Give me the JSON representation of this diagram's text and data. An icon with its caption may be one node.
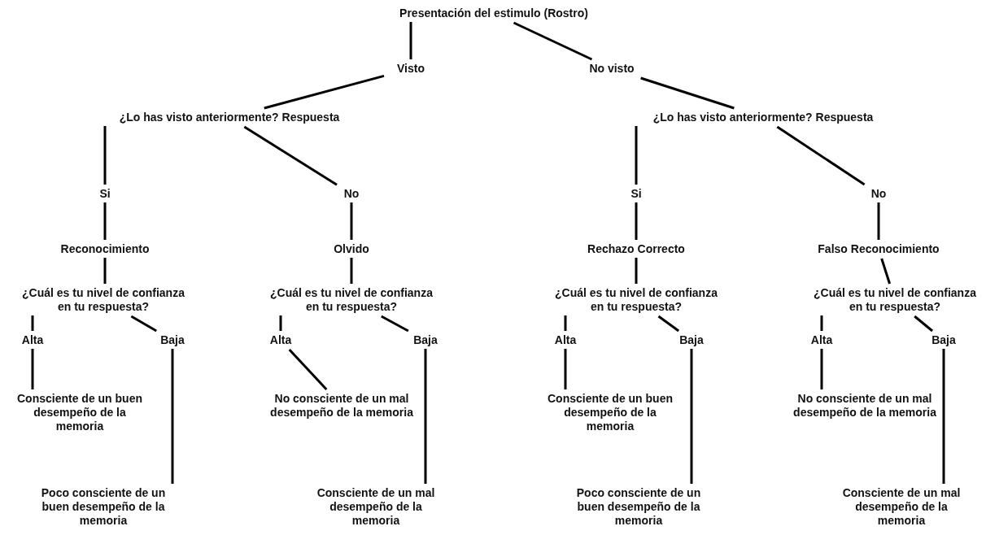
{
  "diagram": {
    "nodes": [
      {
        "text": [
          "Presentación del estimulo (Rostro)"
        ]
      },
      {
        "text": [
          "Visto"
        ]
      },
      {
        "text": [
          "No visto"
        ]
      },
      {
        "text": [
          "¿Lo has visto anteriormente? Respuesta"
        ]
      },
      {
        "text": [
          "¿Lo has visto anteriormente? Respuesta"
        ]
      },
      {
        "text": [
          "Si"
        ]
      },
      {
        "text": [
          "No"
        ]
      },
      {
        "text": [
          "Si"
        ]
      },
      {
        "text": [
          "No"
        ]
      },
      {
        "text": [
          "Reconocimiento"
        ]
      },
      {
        "text": [
          "Olvido"
        ]
      },
      {
        "text": [
          "Rechazo Correcto"
        ]
      },
      {
        "text": [
          "Falso Reconocimiento"
        ]
      },
      {
        "text": [
          "¿Cuál es tu nivel de confianza en tu respuesta?"
        ]
      },
      {
        "text": [
          "¿Cuál es tu nivel de confianza en tu respuesta?"
        ]
      },
      {
        "text": [
          "¿Cuál es tu nivel de confianza en tu respuesta?"
        ]
      },
      {
        "text": [
          "¿Cuál es tu nivel de confianza en tu respuesta?"
        ]
      },
      {
        "text": [
          "Alta"
        ]
      },
      {
        "text": [
          "Baja"
        ]
      },
      {
        "text": [
          "Alta"
        ]
      },
      {
        "text": [
          "Baja"
        ]
      },
      {
        "text": [
          "Alta"
        ]
      },
      {
        "text": [
          "Baja"
        ]
      },
      {
        "text": [
          "Alta"
        ]
      },
      {
        "text": [
          "Baja"
        ]
      },
      {
        "text": [
          "Consciente de un buen desempeño de la memoria"
        ]
      },
      {
        "text": [
          "Poco consciente de un buen desempeño de la memoria"
        ]
      },
      {
        "text": [
          "No consciente de un mal desempeño de la memoria"
        ]
      },
      {
        "text": [
          "Consciente de un mal desempeño de la memoria"
        ]
      },
      {
        "text": [
          "Consciente de un buen desempeño de la memoria"
        ]
      },
      {
        "text": [
          "Poco consciente de un buen desempeño de la memoria"
        ]
      },
      {
        "text": [
          "No consciente de un mal desempeño de la memoria"
        ]
      },
      {
        "text": [
          "Consciente de un mal desempeño de la memoria"
        ]
      }
    ],
    "edges": [
      {
        "from": 0,
        "to": 1,
        "arrow": "none"
      },
      {
        "from": 1,
        "to": 3,
        "arrow": "none"
      },
      {
        "from": 0,
        "to": 2,
        "arrow": "none"
      },
      {
        "from": 2,
        "to": 4,
        "arrow": "none"
      },
      {
        "from": 3,
        "to": 5,
        "arrow": "none"
      },
      {
        "from": 3,
        "to": 6,
        "arrow": "none"
      },
      {
        "from": 4,
        "to": 7,
        "arrow": "none"
      },
      {
        "from": 4,
        "to": 8,
        "arrow": "none"
      },
      {
        "from": 5,
        "to": 9,
        "arrow": "none"
      },
      {
        "from": 6,
        "to": 10,
        "arrow": "none"
      },
      {
        "from": 7,
        "to": 11,
        "arrow": "none"
      },
      {
        "from": 8,
        "to": 12,
        "arrow": "none"
      },
      {
        "from": 9,
        "to": 13,
        "arrow": "none"
      },
      {
        "from": 10,
        "to": 14,
        "arrow": "none"
      },
      {
        "from": 11,
        "to": 15,
        "arrow": "none"
      },
      {
        "from": 12,
        "to": 16,
        "arrow": "none"
      },
      {
        "from": 13,
        "to": 17,
        "arrow": "none"
      },
      {
        "from": 13,
        "to": 18,
        "arrow": "none"
      },
      {
        "from": 14,
        "to": 19,
        "arrow": "none"
      },
      {
        "from": 14,
        "to": 20,
        "arrow": "none"
      },
      {
        "from": 15,
        "to": 21,
        "arrow": "none"
      },
      {
        "from": 15,
        "to": 22,
        "arrow": "none"
      },
      {
        "from": 16,
        "to": 23,
        "arrow": "none"
      },
      {
        "from": 16,
        "to": 24,
        "arrow": "none"
      },
      {
        "from": 17,
        "to": 25,
        "arrow": "none"
      },
      {
        "from": 18,
        "to": 26,
        "arrow": "none"
      },
      {
        "from": 19,
        "to": 27,
        "arrow": "none"
      },
      {
        "from": 20,
        "to": 28,
        "arrow": "none"
      },
      {
        "from": 21,
        "to": 29,
        "arrow": "none"
      },
      {
        "from": 22,
        "to": 30,
        "arrow": "none"
      },
      {
        "from": 23,
        "to": 31,
        "arrow": "none"
      },
      {
        "from": 24,
        "to": 32,
        "arrow": "none"
      }
    ]
  }
}
